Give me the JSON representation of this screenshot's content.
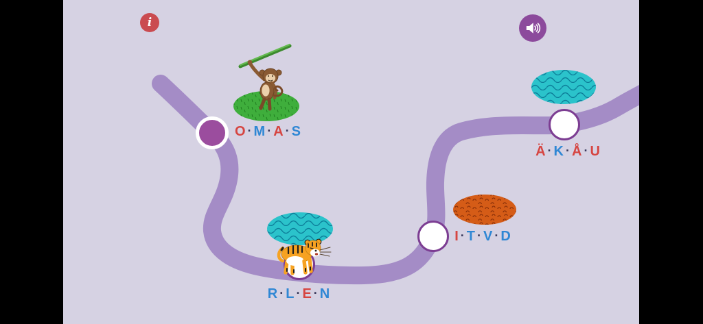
{
  "app": {
    "background": "#d6d2e3",
    "letterbox_color": "#000000",
    "trail_color": "#a48cc6"
  },
  "toolbar": {
    "info_glyph": "i",
    "info_icon": "info-icon",
    "sound_icon": "speaker-icon"
  },
  "palette": {
    "letter-red": "#d64541",
    "letter-blue": "#2f87d4",
    "dot": "#3a3a5c",
    "node-ring": "#7c3d92",
    "node-filled": "#9b4d9e",
    "water": "#2bc3cb",
    "wave": "#0d7e99",
    "sand": "#d55c17",
    "speck": "#8a3008",
    "grass": "#3fae3c",
    "blade": "#1f7d1f",
    "info": "#ca4b50",
    "sound": "#8c4a9c"
  },
  "separator": "·",
  "levels": [
    {
      "id": "omas",
      "letters": [
        {
          "ch": "O",
          "color": "red"
        },
        {
          "ch": "M",
          "color": "blue"
        },
        {
          "ch": "A",
          "color": "red"
        },
        {
          "ch": "S",
          "color": "blue"
        }
      ],
      "habitat": "grass-patch",
      "character": "monkey",
      "node_state": "filled"
    },
    {
      "id": "rlen",
      "letters": [
        {
          "ch": "R",
          "color": "blue"
        },
        {
          "ch": "L",
          "color": "blue"
        },
        {
          "ch": "E",
          "color": "red"
        },
        {
          "ch": "N",
          "color": "blue"
        }
      ],
      "habitat": "water-patch",
      "character": "tiger",
      "node_state": "open"
    },
    {
      "id": "itvd",
      "letters": [
        {
          "ch": "I",
          "color": "red"
        },
        {
          "ch": "T",
          "color": "blue"
        },
        {
          "ch": "V",
          "color": "blue"
        },
        {
          "ch": "D",
          "color": "blue"
        }
      ],
      "habitat": "sand-patch",
      "character": "none",
      "node_state": "open"
    },
    {
      "id": "akau",
      "letters": [
        {
          "ch": "Ä",
          "color": "red"
        },
        {
          "ch": "K",
          "color": "blue"
        },
        {
          "ch": "Å",
          "color": "red"
        },
        {
          "ch": "U",
          "color": "red"
        }
      ],
      "habitat": "water-patch",
      "character": "none",
      "node_state": "open"
    }
  ]
}
